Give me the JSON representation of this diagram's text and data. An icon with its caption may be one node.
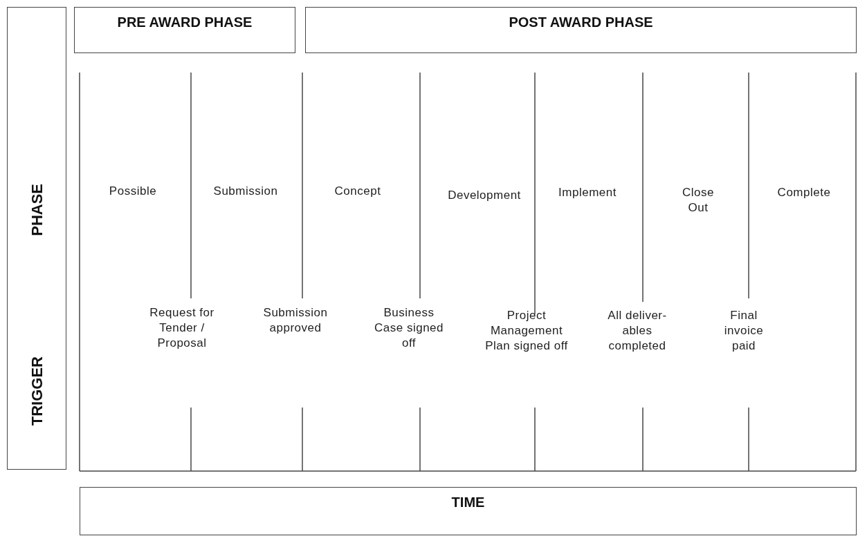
{
  "diagram": {
    "nodes": [
      {
        "text": [
          "PRE AWARD PHASE"
        ]
      },
      {
        "text": [
          "POST AWARD PHASE"
        ]
      },
      {
        "text": [
          "PHASE",
          "TRIGGER"
        ]
      },
      {
        "text": [
          "TIME"
        ]
      }
    ],
    "labels": [
      "Possible",
      "Submission",
      "Concept",
      "Development",
      "Implement",
      "Close Out",
      "Complete",
      "Request for Tender / Proposal",
      "Submission approved",
      "Business Case signed off",
      "Project Management Plan signed off",
      "All deliver- ables completed",
      "Final invoice paid"
    ]
  }
}
